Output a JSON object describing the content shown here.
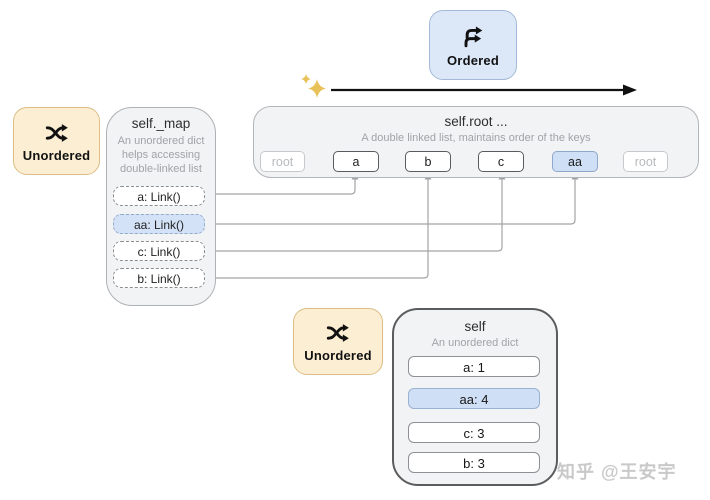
{
  "badges": {
    "ordered": {
      "label": "Ordered",
      "icon": "repeat-right-arrows-icon",
      "bg": "#dce8f8",
      "border": "#a4b9d8"
    },
    "unordered_top": {
      "label": "Unordered",
      "icon": "shuffle-icon",
      "bg": "#fbeed3",
      "border": "#dcbe86"
    },
    "unordered_bottom": {
      "label": "Unordered",
      "icon": "shuffle-icon",
      "bg": "#fbeed3",
      "border": "#dcbe86"
    }
  },
  "map_panel": {
    "title": "self._map",
    "subtitle": "An unordered dict helps accessing double-linked list",
    "items": [
      {
        "label": "a: Link()",
        "highlight": false,
        "links_to_node": "a"
      },
      {
        "label": "aa: Link()",
        "highlight": true,
        "links_to_node": "aa"
      },
      {
        "label": "c: Link()",
        "highlight": false,
        "links_to_node": "c"
      },
      {
        "label": "b: Link()",
        "highlight": false,
        "links_to_node": "b"
      }
    ]
  },
  "root_panel": {
    "title": "self.root ...",
    "subtitle": "A double linked list, maintains order of the keys",
    "nodes": [
      {
        "label": "root",
        "type": "root"
      },
      {
        "label": "a",
        "type": "normal"
      },
      {
        "label": "b",
        "type": "normal"
      },
      {
        "label": "c",
        "type": "normal"
      },
      {
        "label": "aa",
        "type": "highlight"
      },
      {
        "label": "root",
        "type": "root"
      }
    ]
  },
  "self_panel": {
    "title": "self",
    "subtitle": "An unordered dict",
    "items": [
      {
        "label": "a: 1",
        "highlight": false
      },
      {
        "label": "aa: 4",
        "highlight": true
      },
      {
        "label": "c: 3",
        "highlight": false
      },
      {
        "label": "b: 3",
        "highlight": false
      }
    ]
  },
  "watermark": {
    "text": "知乎 @王安宇"
  },
  "colors": {
    "highlight_blue": "#cfdff5",
    "badge_blue": "#dce8f8",
    "badge_tan": "#fbeed3",
    "panel_gray": "#f2f3f5",
    "arrow_black": "#111111",
    "connector_gray": "#a3a3a3",
    "sparkle_gold": "#e8c258"
  }
}
